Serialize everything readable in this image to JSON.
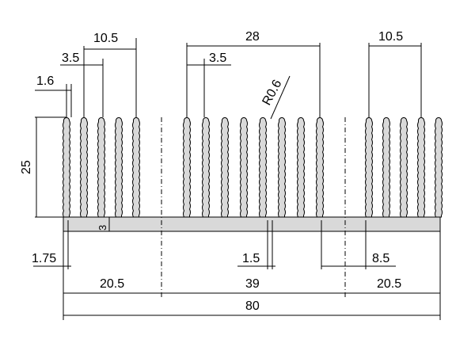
{
  "drawing": {
    "dimensions": {
      "top_left_span": "10.5",
      "top_left_pitch": "3.5",
      "top_left_thickness": "1.6",
      "top_center_span": "28",
      "top_center_pitch": "3.5",
      "top_right_span": "10.5",
      "fin_radius": "R0.6",
      "height": "25",
      "base_thickness": "3",
      "left_offset": "1.75",
      "center_gap": "1.5",
      "right_gap": "8.5",
      "left_section": "20.5",
      "center_section": "39",
      "right_section": "20.5",
      "overall_width": "80"
    }
  }
}
